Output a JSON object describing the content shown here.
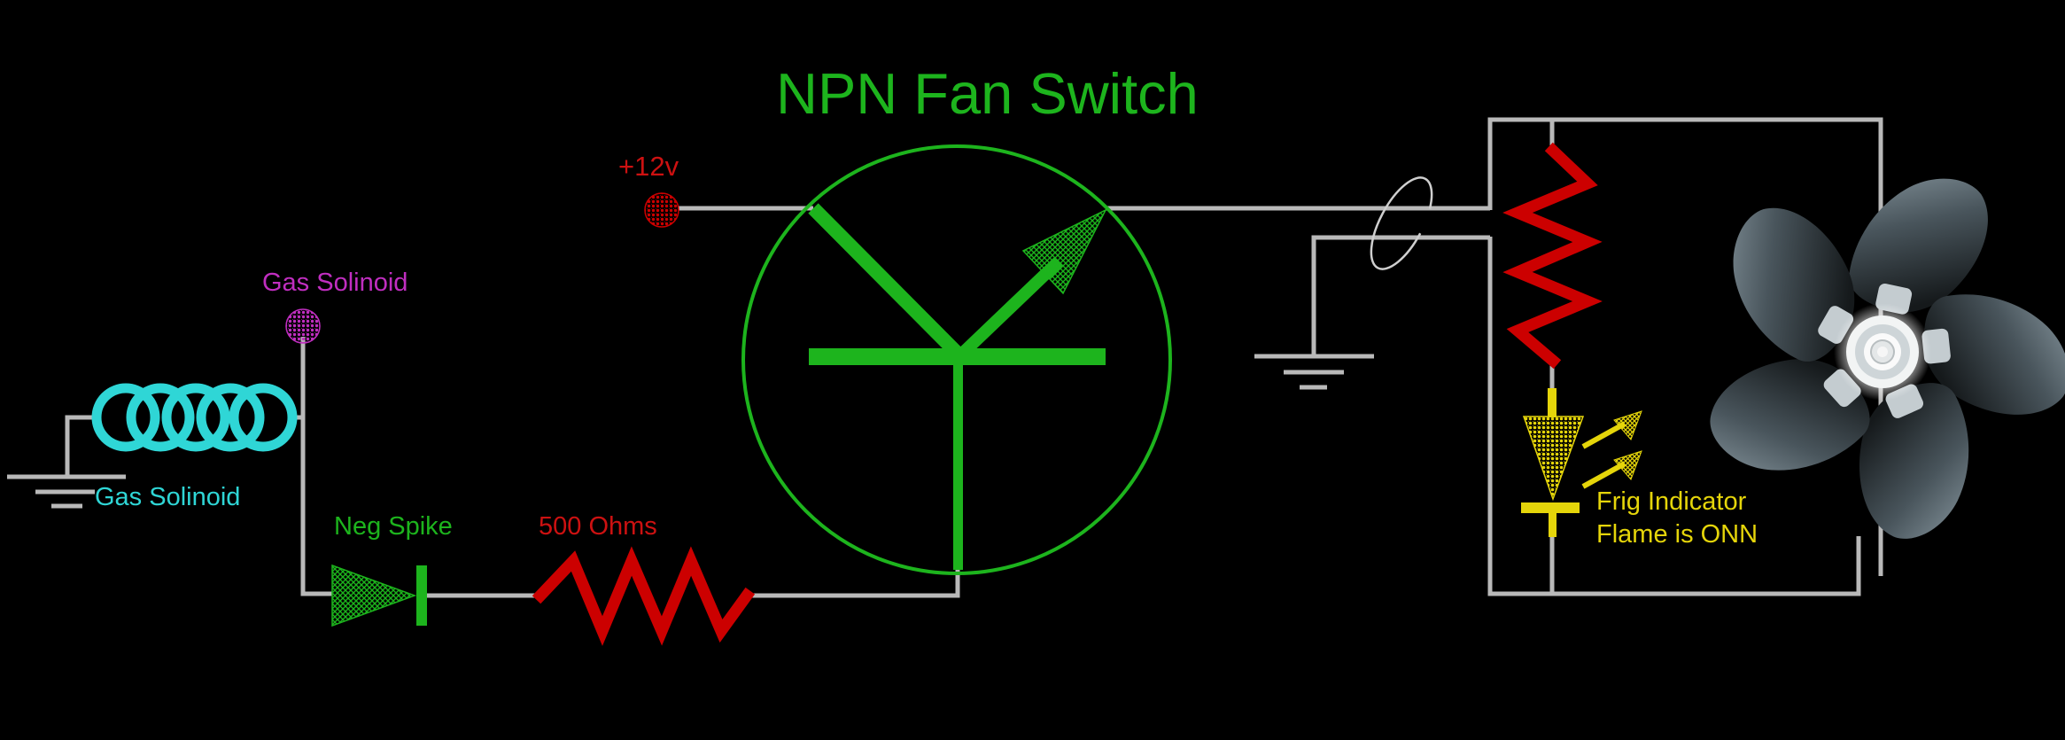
{
  "title": "NPN Fan Switch",
  "labels": {
    "supply": "+12v",
    "gas_solinoid_valve": "Gas Solinoid",
    "gas_solinoid_coil": "Gas Solinoid",
    "neg_spike": "Neg Spike",
    "resistor_value": "500 Ohms",
    "frig_indicator_line1": "Frig Indicator",
    "frig_indicator_line2": "Flame is ONN"
  },
  "colors": {
    "background": "#000000",
    "green": "#1db41d",
    "red": "#cc1111",
    "red_symbol": "#cc0000",
    "cyan": "#2fd6d6",
    "magenta": "#c02ec0",
    "yellow": "#e5d50a",
    "wire": "#b9b9b9"
  },
  "components": [
    {
      "name": "npn-transistor",
      "symbol": "transistor in circle with base, collector, emitter arrow"
    },
    {
      "name": "supply-node",
      "label": "+12v"
    },
    {
      "name": "solenoid-coil",
      "label": "Gas Solinoid",
      "turns": 5
    },
    {
      "name": "valve-node",
      "label": "Gas Solinoid"
    },
    {
      "name": "spike-diode",
      "label": "Neg Spike"
    },
    {
      "name": "series-resistor",
      "label": "500 Ohms"
    },
    {
      "name": "dropper-resistor",
      "orientation": "vertical"
    },
    {
      "name": "indicator-led",
      "label": "Frig Indicator / Flame is ONN"
    },
    {
      "name": "fan",
      "blades": 5
    },
    {
      "name": "ground-left"
    },
    {
      "name": "ground-right"
    },
    {
      "name": "junction-loop"
    }
  ]
}
